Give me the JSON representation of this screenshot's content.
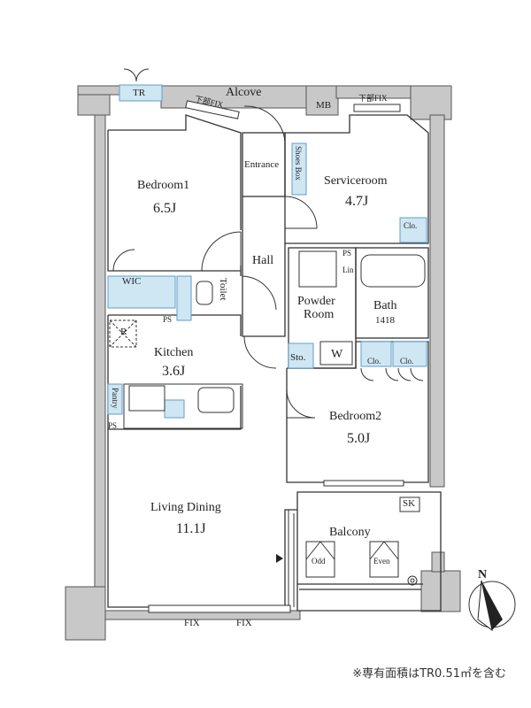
{
  "floorplan": {
    "labels": {
      "alcove": "Alcove",
      "tr": "TR",
      "mb": "MB",
      "fix_lower_left": "下部FIX",
      "fix_lower_right": "下部FIX",
      "entrance": "Entrance",
      "shoes_box": "Shoes Box",
      "hall": "Hall",
      "wic": "WIC",
      "toilet": "Toilet",
      "ps_left": "PS",
      "ps_right": "PS",
      "ps_kitchen": "PS",
      "lin": "Lin",
      "r": "R",
      "pantry": "Pantry",
      "sto": "Sto.",
      "w": "W",
      "clo_service": "Clo.",
      "clo_bed2_a": "Clo.",
      "clo_bed2_b": "Clo.",
      "sk": "SK",
      "odd": "Odd",
      "even": "Even",
      "fix_bottom_left": "FIX",
      "fix_bottom_right": "FIX",
      "north": "N"
    },
    "rooms": {
      "bedroom1": {
        "name": "Bedroom1",
        "size": "6.5J"
      },
      "serviceroom": {
        "name": "Serviceroom",
        "size": "4.7J"
      },
      "powder_room_line1": "Powder",
      "powder_room_line2": "Room",
      "bath": {
        "name": "Bath",
        "size": "1418"
      },
      "kitchen": {
        "name": "Kitchen",
        "size": "3.6J"
      },
      "bedroom2": {
        "name": "Bedroom2",
        "size": "5.0J"
      },
      "living_dining": {
        "name": "Living Dining",
        "size": "11.1J"
      },
      "balcony": {
        "name": "Balcony"
      }
    },
    "footnote": "※専有面積はTR0.51㎡を含む",
    "colors": {
      "wall": "#c8c8c8",
      "line": "#333333",
      "fixture_fill": "#cfe6f3",
      "fixture_stroke": "#5f9fc8"
    }
  }
}
